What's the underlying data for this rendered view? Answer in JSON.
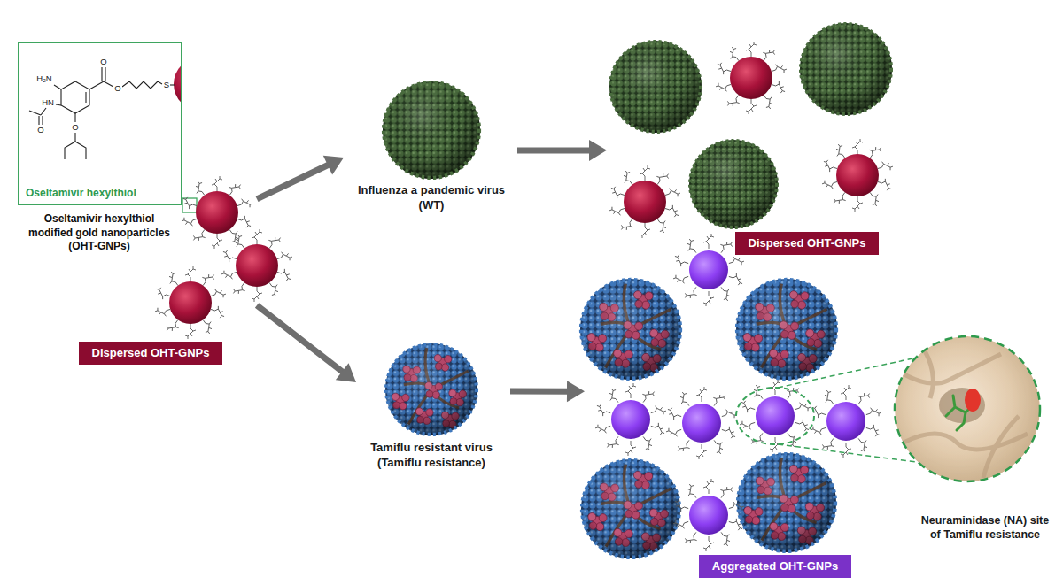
{
  "diagram": {
    "nodes": [
      {
        "text": [
          "Oseltamivir hexylthiol modified gold nanoparticles (OHT-GNPs)",
          "Dispersed OHT-GNPs"
        ]
      },
      {
        "text": [
          "Oseltamivir hexylthiol"
        ],
        "in": 0
      },
      {
        "text": [
          "Influenza a pandemic virus (WT)"
        ]
      },
      {
        "text": [
          "Dispersed OHT-GNPs"
        ]
      },
      {
        "text": [
          "Tamiflu resistant virus (Tamiflu resistance)"
        ]
      },
      {
        "text": [
          "Aggregated OHT-GNPs"
        ]
      },
      {
        "text": [
          "Neuraminidase (NA) site of Tamiflu resistance"
        ]
      }
    ],
    "edges": [
      {
        "from": 0,
        "to": 2,
        "arrow": "to"
      },
      {
        "from": 2,
        "to": 3,
        "arrow": "to"
      },
      {
        "from": 0,
        "to": 4,
        "arrow": "to"
      },
      {
        "from": 4,
        "to": 5,
        "arrow": "to"
      }
    ],
    "labels": [
      "H₂N",
      "O",
      "O",
      "S",
      "HN",
      "O",
      "O"
    ]
  }
}
